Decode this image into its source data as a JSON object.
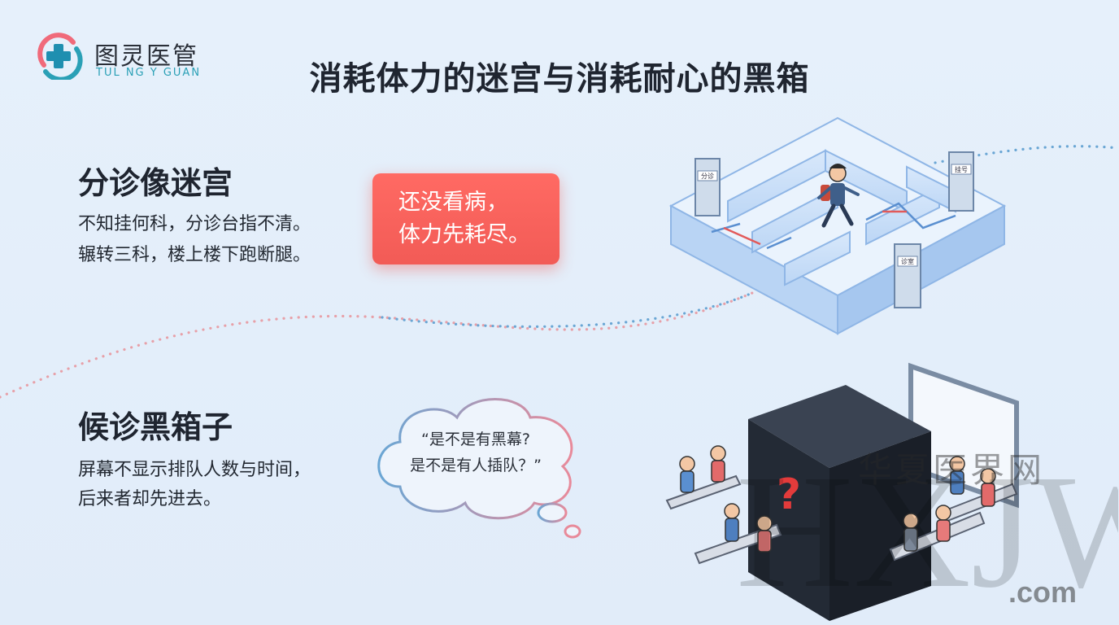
{
  "logo": {
    "name_cn": "图灵医管",
    "name_en": "TUL NG Y GUAN"
  },
  "title": "消耗体力的迷宫与消耗耐心的黑箱",
  "section_maze": {
    "heading": "分诊像迷宫",
    "lines": [
      "不知挂何科，分诊台指不清。",
      "辗转三科，楼上楼下跑断腿。"
    ],
    "callout_lines": [
      "还没看病，",
      "体力先耗尽。"
    ]
  },
  "section_blackbox": {
    "heading": "候诊黑箱子",
    "lines": [
      "屏幕不显示排队人数与时间，",
      "后来者却先进去。"
    ],
    "thought_lines": [
      "“是不是有黑幕?",
      "是不是有人插队？”"
    ]
  },
  "maze_door_labels": [
    "挂号",
    "分诊",
    "诊室"
  ],
  "box_symbol": "?",
  "watermark": {
    "letters": "HXJW",
    "cn": "华夏医界网",
    "domain": ".com"
  },
  "colors": {
    "accent_red": "#f25b56",
    "logo_teal": "#2aa0b6",
    "maze_blue": "#a9c9f2",
    "dots_blue": "#6aa6d4",
    "dots_pink": "#e7a0a8"
  }
}
